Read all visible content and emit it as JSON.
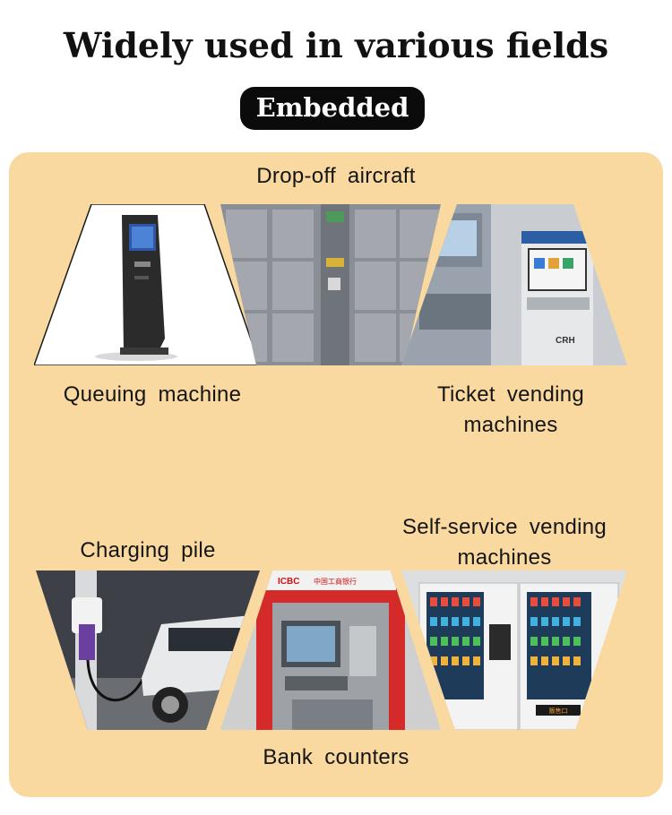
{
  "header": {
    "title": "Widely used in various fields",
    "badge": "Embedded"
  },
  "applications": {
    "drop_off": "Drop-off aircraft",
    "queuing": "Queuing machine",
    "ticket": "Ticket vending machines",
    "charging": "Charging pile",
    "self_service": "Self-service vending machines",
    "bank": "Bank counters"
  },
  "photo_text": {
    "ticket_brand": "CRH",
    "bank_brand": "ICBC",
    "bank_chinese": "中国工商银行",
    "vending_sign": "贩售口"
  },
  "colors": {
    "panel": "#f9d9a0",
    "badge": "#0b0b0b",
    "bank_red": "#d42a2a"
  }
}
